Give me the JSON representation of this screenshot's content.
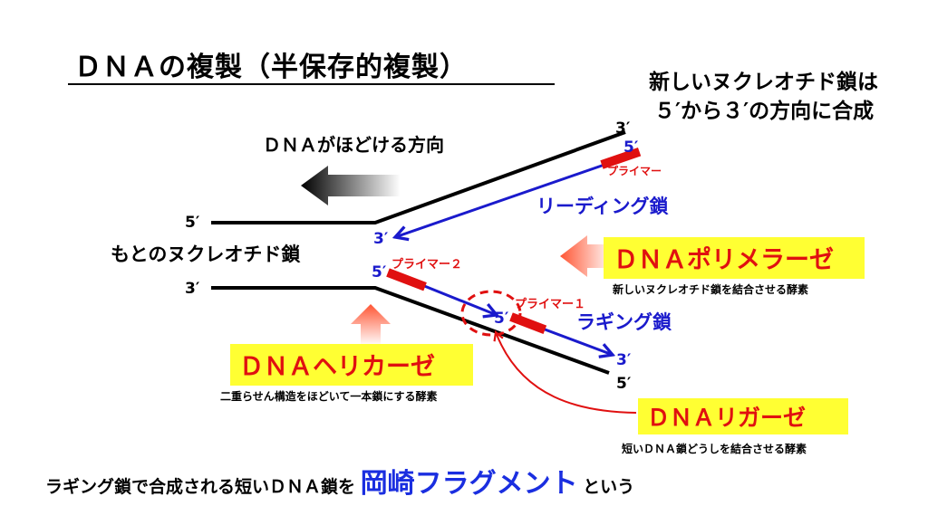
{
  "title": "ＤＮＡの複製（半保存的複製）",
  "note": {
    "line1": "新しいヌクレオチド鎖は",
    "line2": "５′から３′の方向に合成"
  },
  "unwind_direction": "ＤＮＡがほどける方向",
  "original_strand_label": "もとのヌクレオチド鎖",
  "strand_ends": {
    "top_left": "5′",
    "top_right": "3′",
    "bottom_left": "3′",
    "bottom_right": "5′"
  },
  "leading": {
    "label": "リーディング鎖",
    "end_5": "5′",
    "end_3": "3′",
    "primer": "プライマー"
  },
  "lagging": {
    "label": "ラギング鎖",
    "primer2": "プライマー２",
    "primer1": "プライマー１",
    "end_5_a": "5′",
    "end_5_b": "5′",
    "end_3": "3′"
  },
  "polymerase": {
    "name": "ＤＮＡポリメラーゼ",
    "desc": "新しいヌクレオチド鎖を結合させる酵素"
  },
  "helicase": {
    "name": "ＤＮＡヘリカーゼ",
    "desc": "二重らせん構造をほどいて一本鎖にする酵素"
  },
  "ligase": {
    "name": "ＤＮＡリガーゼ",
    "desc": "短いＤＮＡ鎖どうしを結合させる酵素"
  },
  "footer": {
    "prefix": "ラギング鎖で合成される短いＤＮＡ鎖を",
    "highlight": "岡崎フラグメント",
    "suffix": "という"
  },
  "colors": {
    "strand": "#000000",
    "new_strand": "#1a1acc",
    "primer": "#e01010",
    "enzyme_name": "#e01010",
    "enzyme_box": "#ffff33",
    "highlight": "#1a2ee0"
  }
}
